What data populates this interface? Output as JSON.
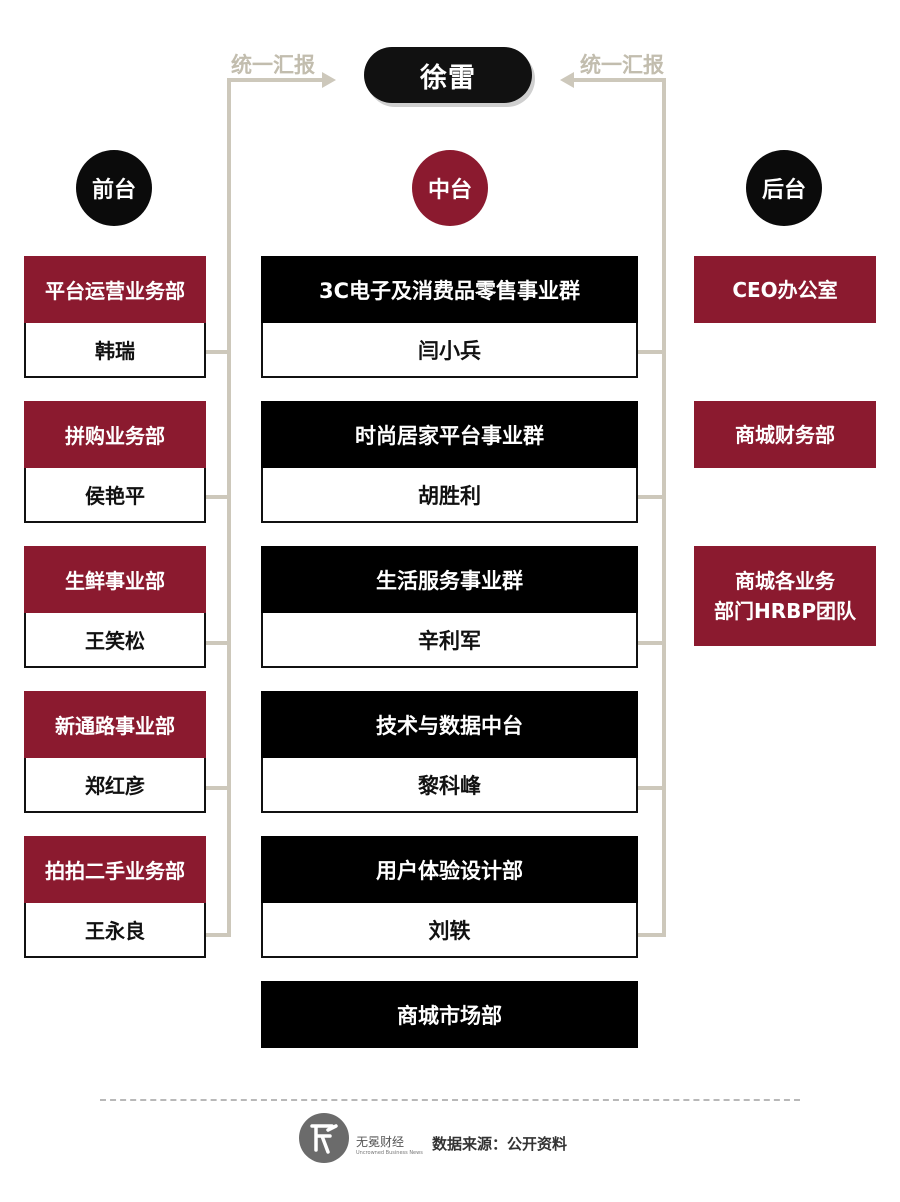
{
  "root": {
    "name": "徐雷"
  },
  "report_labels": {
    "left": "统一汇报",
    "right": "统一汇报"
  },
  "columns": {
    "front": "前台",
    "middle": "中台",
    "back": "后台"
  },
  "front_units": [
    {
      "dept": "平台运营业务部",
      "head": "韩瑞"
    },
    {
      "dept": "拼购业务部",
      "head": "侯艳平"
    },
    {
      "dept": "生鲜事业部",
      "head": "王笑松"
    },
    {
      "dept": "新通路事业部",
      "head": "郑红彦"
    },
    {
      "dept": "拍拍二手业务部",
      "head": "王永良"
    }
  ],
  "middle_units": [
    {
      "dept": "3C电子及消费品零售事业群",
      "head": "闫小兵"
    },
    {
      "dept": "时尚居家平台事业群",
      "head": "胡胜利"
    },
    {
      "dept": "生活服务事业群",
      "head": "辛利军"
    },
    {
      "dept": "技术与数据中台",
      "head": "黎科峰"
    },
    {
      "dept": "用户体验设计部",
      "head": "刘轶"
    }
  ],
  "middle_extra": {
    "dept": "商城市场部"
  },
  "back_units": [
    {
      "line1": "CEO办公室",
      "line2": ""
    },
    {
      "line1": "商城财务部",
      "line2": ""
    },
    {
      "line1": "商城各业务",
      "line2": "部门HRBP团队"
    }
  ],
  "footer": {
    "brand_cn": "无冕财经",
    "brand_en": "Uncrowned Business News",
    "source": "数据来源：公开资料"
  },
  "colors": {
    "accent_red": "#8b1a2f",
    "black": "#000000",
    "connector": "#cdc8bb"
  }
}
